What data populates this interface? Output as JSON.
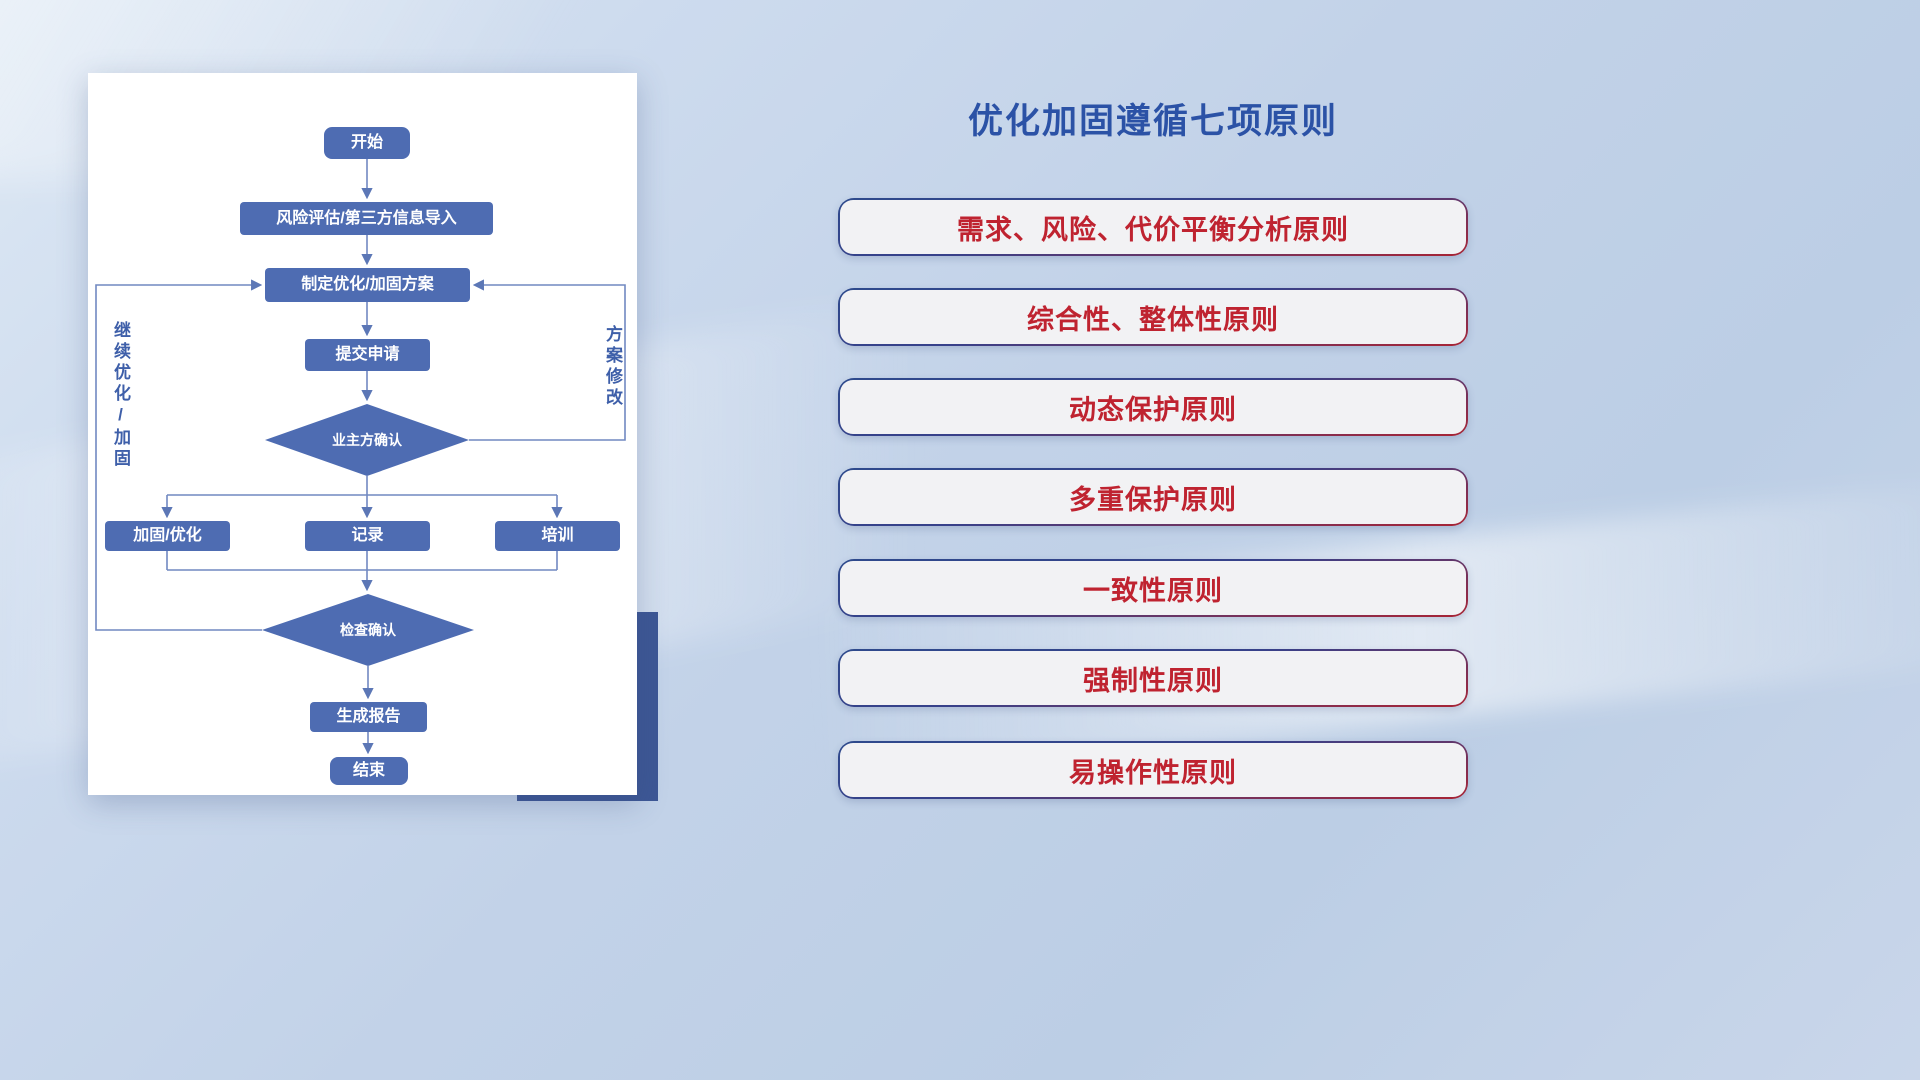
{
  "flowchart": {
    "nodes": {
      "start": "开始",
      "risk_import": "风险评估/第三方信息导入",
      "make_plan": "制定优化/加固方案",
      "submit": "提交申请",
      "owner_confirm": "业主方确认",
      "reinforce": "加固/优化",
      "record": "记录",
      "training": "培训",
      "check_confirm": "检查确认",
      "report": "生成报告",
      "end": "结束"
    },
    "edge_labels": {
      "continue_loop": "继续优化/加固",
      "revise_loop": "方案修改"
    },
    "colors": {
      "node_fill": "#4e6cb2",
      "node_text": "#ffffff",
      "connector": "#7189c1",
      "edge_label_text": "#3e5fa9",
      "card_bg": "#ffffff",
      "backdrop": "#3d5795"
    }
  },
  "panel": {
    "title": "优化加固遵循七项原则",
    "title_color": "#2b52a6",
    "principles": [
      {
        "label": "需求、风险、代价平衡分析原则"
      },
      {
        "label": "综合性、整体性原则"
      },
      {
        "label": "动态保护原则"
      },
      {
        "label": "多重保护原则"
      },
      {
        "label": "一致性原则"
      },
      {
        "label": "强制性原则"
      },
      {
        "label": "易操作性原则"
      }
    ],
    "principle_text_color": "#bf2330",
    "principle_bg": "#f2f2f4",
    "border_gradient": [
      "#2e4a8c",
      "#a92434"
    ]
  }
}
